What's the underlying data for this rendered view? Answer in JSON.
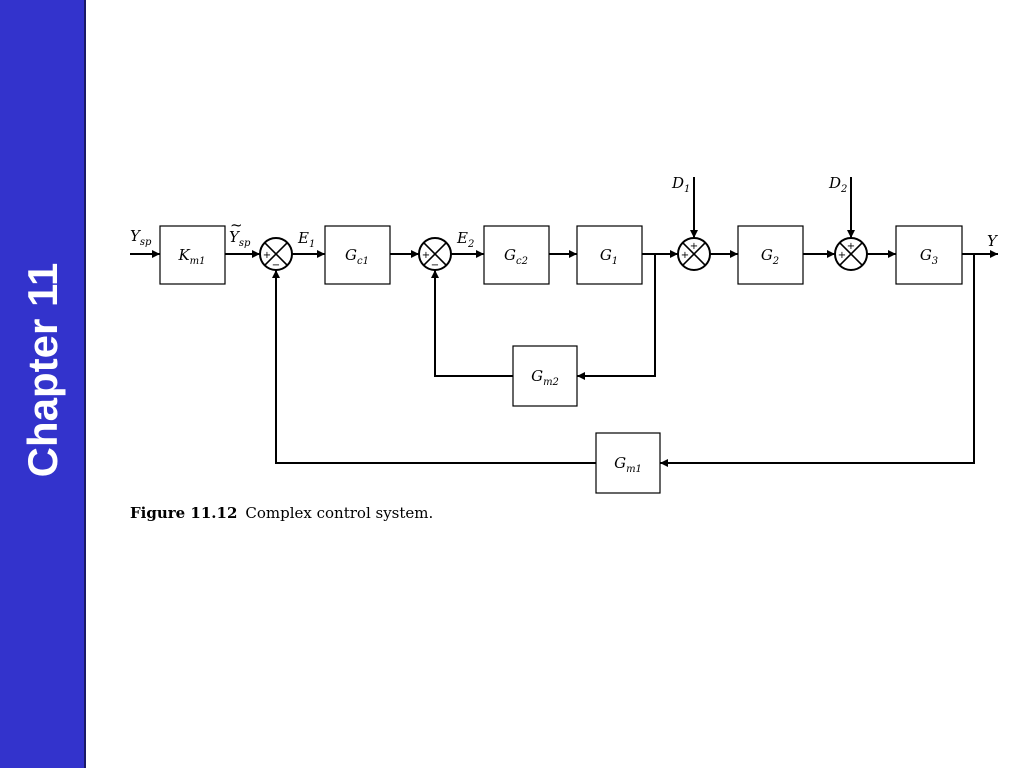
{
  "sidebar": {
    "title": "Chapter 11",
    "color": "#3333cc"
  },
  "diagram": {
    "signals": {
      "ysp": {
        "base": "Y",
        "sub": "sp"
      },
      "ysp_tilde": {
        "base": "Y",
        "sub": "sp",
        "accent": "~"
      },
      "e1": {
        "base": "E",
        "sub": "1"
      },
      "e2": {
        "base": "E",
        "sub": "2"
      },
      "d1": {
        "base": "D",
        "sub": "1"
      },
      "d2": {
        "base": "D",
        "sub": "2"
      },
      "y": {
        "base": "Y",
        "sub": ""
      }
    },
    "blocks": {
      "km1": {
        "base": "K",
        "sub": "m1"
      },
      "gc1": {
        "base": "G",
        "sub": "c1"
      },
      "gc2": {
        "base": "G",
        "sub": "c2"
      },
      "g1": {
        "base": "G",
        "sub": "1"
      },
      "g2": {
        "base": "G",
        "sub": "2"
      },
      "g3": {
        "base": "G",
        "sub": "3"
      },
      "gm2": {
        "base": "G",
        "sub": "m2"
      },
      "gm1": {
        "base": "G",
        "sub": "m1"
      }
    },
    "signs": {
      "plus": "+",
      "minus": "−"
    }
  },
  "caption": {
    "label": "Figure 11.12",
    "text": "Complex control system."
  }
}
